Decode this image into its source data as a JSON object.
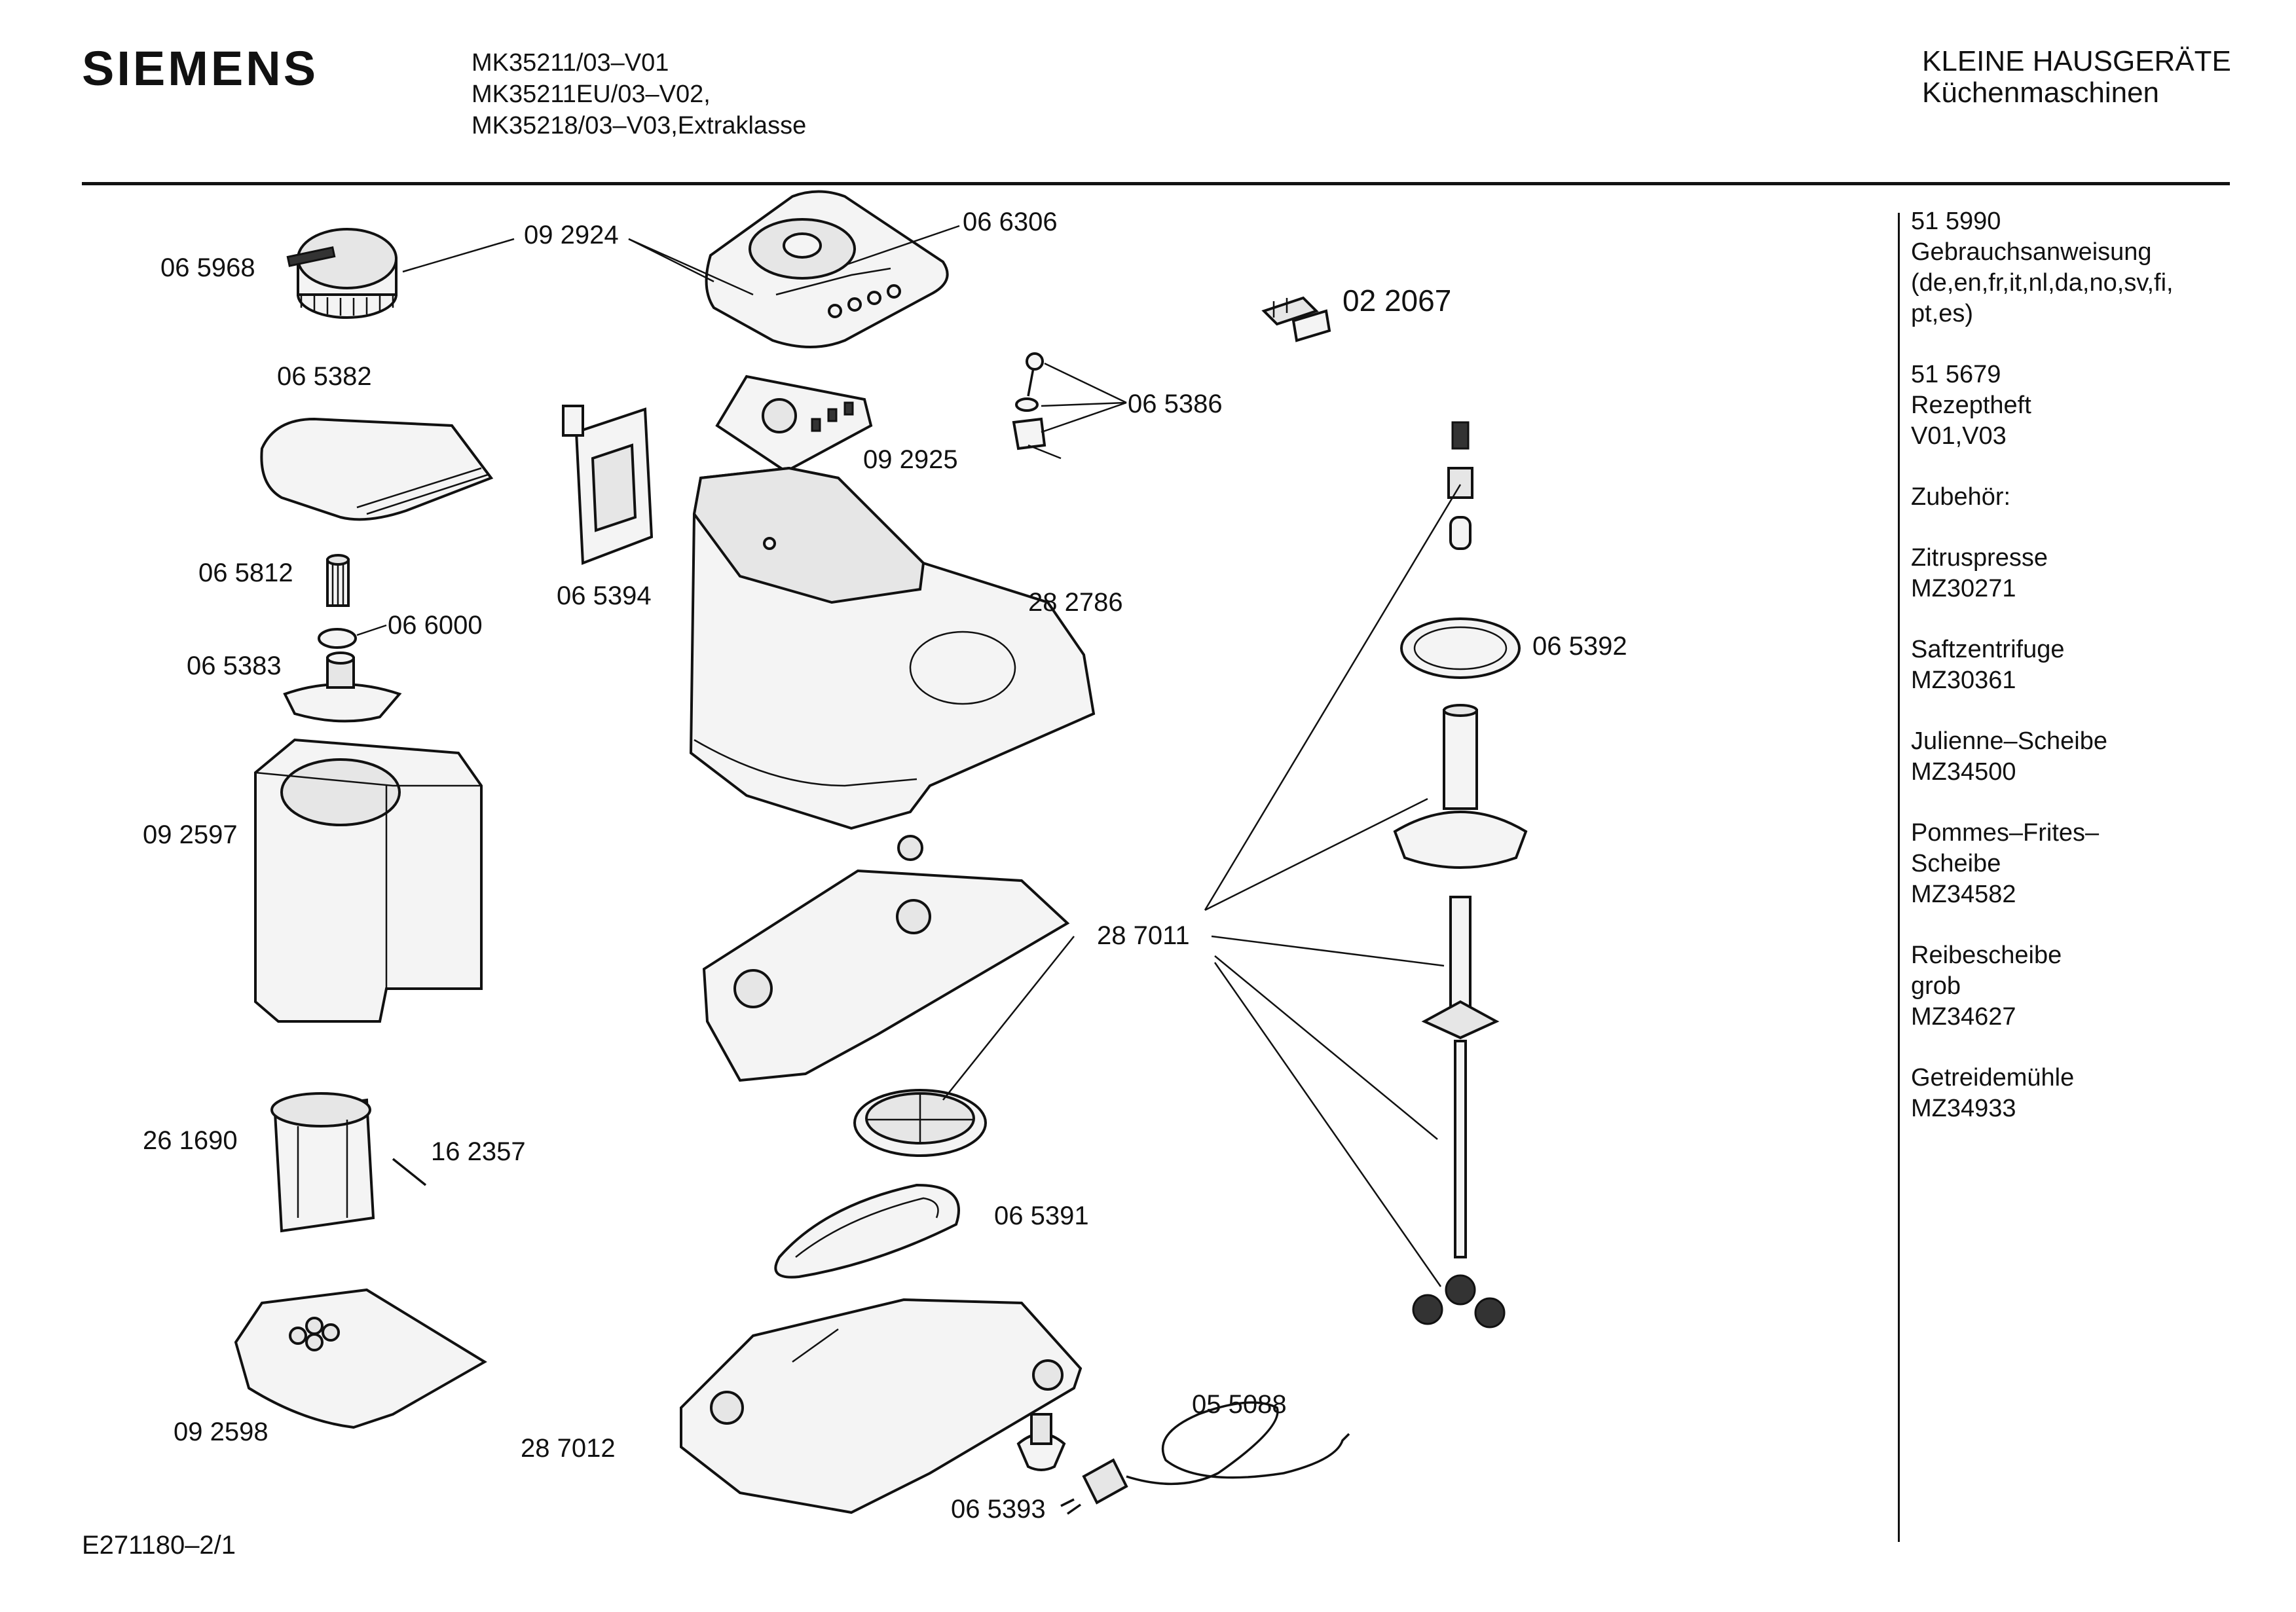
{
  "header": {
    "brand": "SIEMENS",
    "models": [
      "MK35211/03–V01",
      "MK35211EU/03–V02,",
      "MK35218/03–V03,Extraklasse"
    ],
    "category_line1": "KLEINE HAUSGERÄTE",
    "category_line2": "Küchenmaschinen"
  },
  "footer": {
    "drawing_id": "E271180–2/1"
  },
  "parts": {
    "p065968": "06 5968",
    "p092924": "09 2924",
    "p066306": "06 6306",
    "p022067": "02 2067",
    "p065382": "06 5382",
    "p065386": "06 5386",
    "p092925": "09 2925",
    "p065812": "06 5812",
    "p065394": "06 5394",
    "p066000": "06 6000",
    "p282786": "28 2786",
    "p065383": "06 5383",
    "p065392": "06 5392",
    "p092597": "09 2597",
    "p287011": "28 7011",
    "p261690": "26 1690",
    "p162357": "16 2357",
    "p065391": "06 5391",
    "p092598": "09 2598",
    "p287012": "28 7012",
    "p055088": "05 5088",
    "p065393": "06 5393"
  },
  "sidebar": {
    "manual_no": "51 5990",
    "manual_title": "Gebrauchsanweisung",
    "manual_langs_1": "(de,en,fr,it,nl,da,no,sv,fi,",
    "manual_langs_2": "pt,es)",
    "recipe_no": "51 5679",
    "recipe_title": "Rezeptheft",
    "recipe_versions": "V01,V03",
    "accessories_heading": "Zubehör:",
    "accessories": [
      {
        "name": "Zitruspresse",
        "code": "MZ30271"
      },
      {
        "name": "Saftzentrifuge",
        "code": "MZ30361"
      },
      {
        "name": "Julienne–Scheibe",
        "code": "MZ34500"
      },
      {
        "name": "Pommes–Frites–",
        "name2": "Scheibe",
        "code": "MZ34582"
      },
      {
        "name": "Reibescheibe",
        "name2": "grob",
        "code": "MZ34627"
      },
      {
        "name": "Getreidemühle",
        "code": "MZ34933"
      }
    ]
  }
}
